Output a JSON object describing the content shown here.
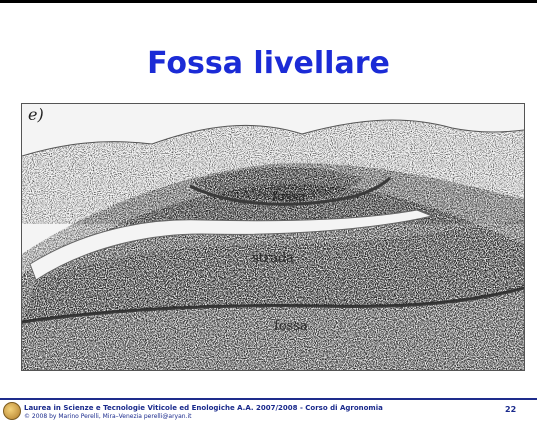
{
  "slide": {
    "title": "Fossa livellare",
    "figure": {
      "panel_label": "e)",
      "labels": {
        "upper_ditch": "fossa",
        "road": "strada",
        "lower_ditch": "fossa"
      }
    },
    "footer": {
      "course": "Laurea in Scienze e Tecnologie Viticole ed Enologiche A.A. 2007/2008 - Corso di Agronomia",
      "copyright": "© 2008 by Marino Perelli, Mira–Venezia perelli@aryan.it",
      "page_number": "22"
    }
  },
  "colors": {
    "title": "#1b2bd6",
    "footer_text": "#1a2a8c",
    "footer_rule": "#1e2c8c"
  }
}
